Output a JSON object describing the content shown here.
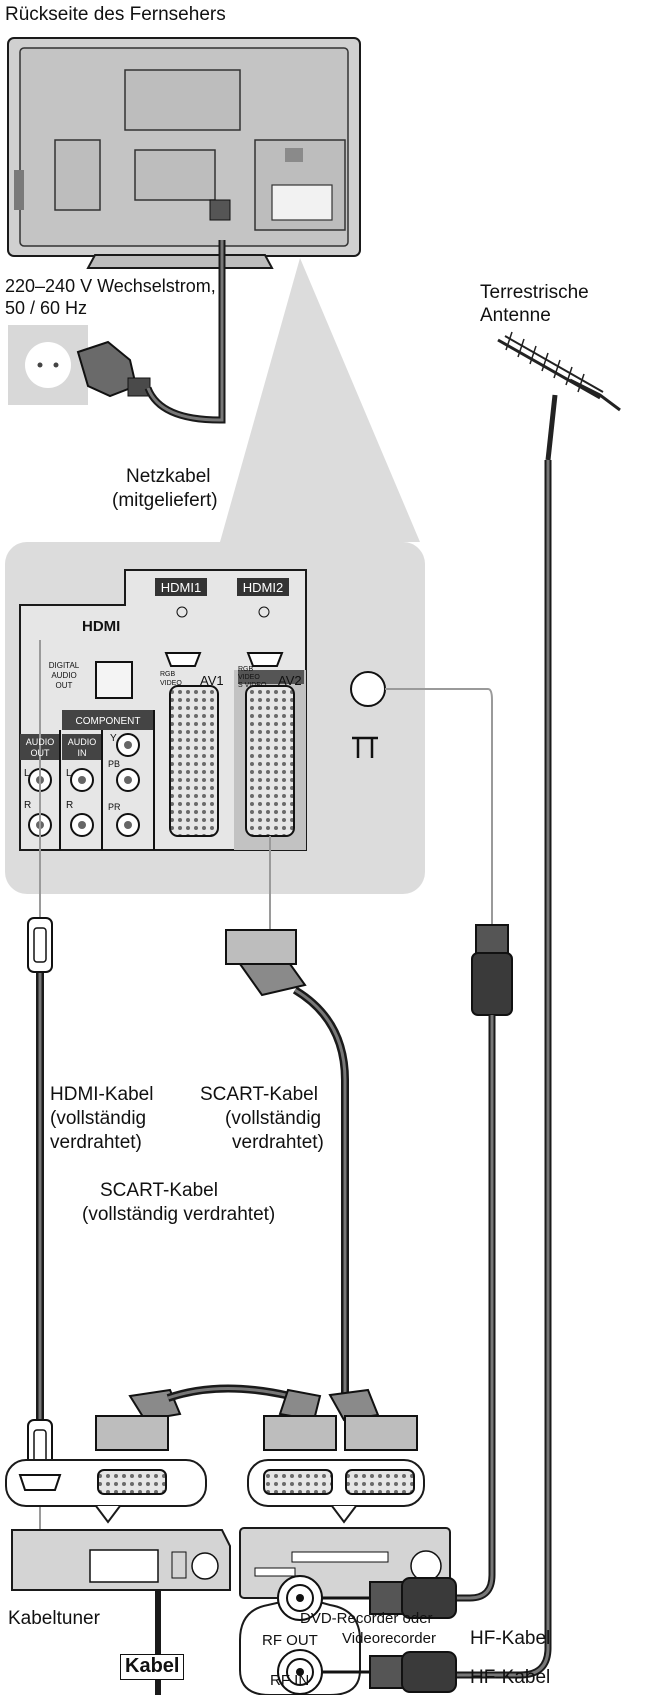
{
  "labels": {
    "tv_back": "Rückseite des Fernsehers",
    "power_line1": "220–240 V Wechselstrom,",
    "power_line2": "50 / 60 Hz",
    "antenna_line1": "Terrestrische",
    "antenna_line2": "Antenne",
    "mains_line1": "Netzkabel",
    "mains_line2": "(mitgeliefert)",
    "hdmi_cable_line1": "HDMI-Kabel",
    "hdmi_cable_line2": "(vollständig",
    "hdmi_cable_line3": "verdrahtet)",
    "scart_cable_a_line1": "SCART-Kabel",
    "scart_cable_a_line2": "(vollständig",
    "scart_cable_a_line3": "verdrahtet)",
    "scart_cable_b_line1": "SCART-Kabel",
    "scart_cable_b_line2": "(vollständig verdrahtet)",
    "cable_tuner": "Kabeltuner",
    "recorder_line1": "DVD-Recorder oder",
    "recorder_line2": "Videorecorder",
    "cable_box": "Kabel",
    "rf_out": "RF OUT",
    "rf_in": "RF IN",
    "hf_cable_1": "HF-Kabel",
    "hf_cable_2": "HF-Kabel"
  },
  "panel": {
    "hdmi1": "HDMI1",
    "hdmi2": "HDMI2",
    "hdmi_logo": "HDMI",
    "digital_audio_line1": "DIGITAL",
    "digital_audio_line2": "AUDIO",
    "digital_audio_line3": "OUT",
    "component": "COMPONENT",
    "audio_out_line1": "AUDIO",
    "audio_out_line2": "OUT",
    "audio_in_line1": "AUDIO",
    "audio_in_line2": "IN",
    "l": "L",
    "r": "R",
    "y": "Y",
    "pb": "PB",
    "pr": "PR",
    "av1": "AV1",
    "av2": "AV2",
    "av1_rgb": "RGB",
    "av1_video": "VIDEO",
    "av2_rgb": "RGB",
    "av2_video": "VIDEO",
    "av2_svideo": "S VIDEO"
  },
  "colors": {
    "panel_bg": "#dcdcdc",
    "line": "#1a1a1a",
    "cable": "#555555",
    "tv_fill": "#c8c8c8",
    "scart_fill": "#bdbdbd"
  }
}
